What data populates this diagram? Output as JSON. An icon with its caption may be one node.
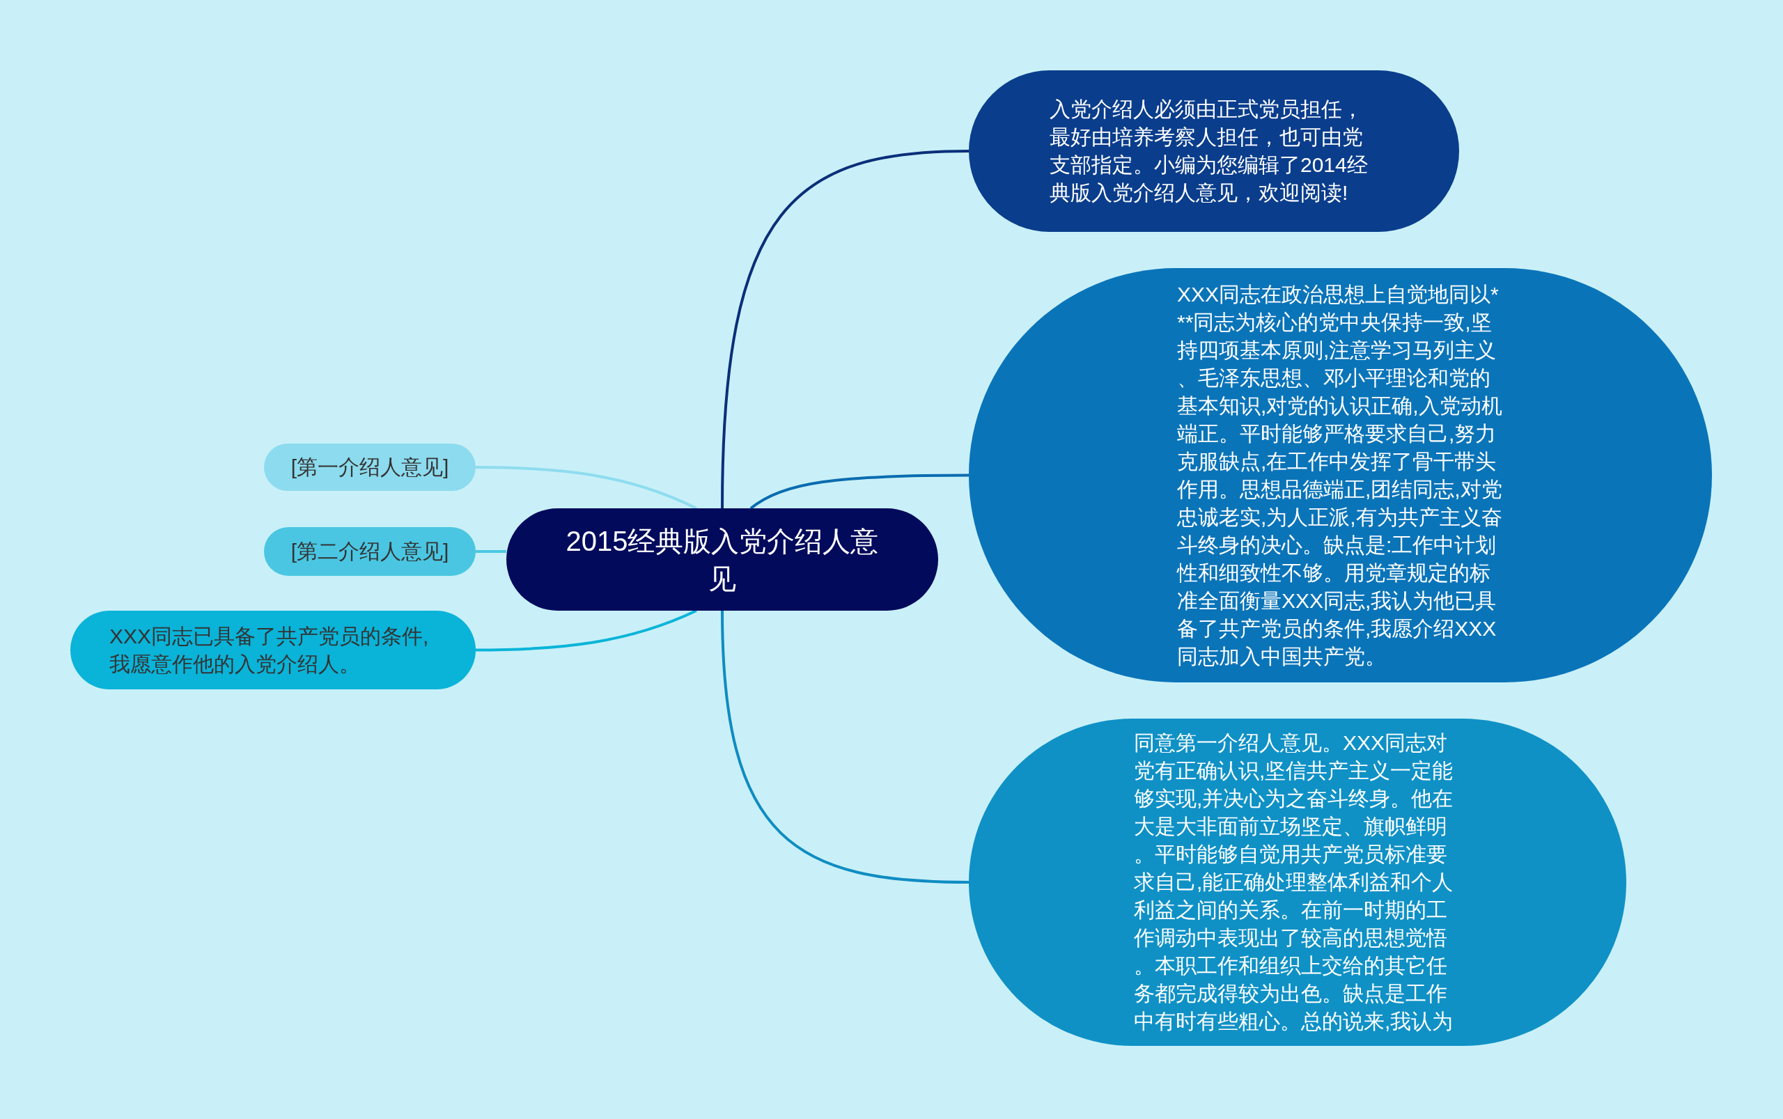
{
  "diagram": {
    "nodes": [
      {
        "text": [
          "2015经典版入党介绍人意见"
        ]
      },
      {
        "text": [
          "入党介绍人必须由正式党员担任，最好由培养考察人担任，也可由党支部指定。小编为您编辑了2014经典版入党介绍人意见，欢迎阅读!"
        ]
      },
      {
        "text": [
          "XXX同志在政治思想上自觉地同以***同志为核心的党中央保持一致,坚持四项基本原则,注意学习马列主义、毛泽东思想、邓小平理论和党的基本知识,对党的认识正确,入党动机端正。平时能够严格要求自己,努力克服缺点,在工作中发挥了骨干带头作用。思想品德端正,团结同志,对党忠诚老实,为人正派,有为共产主义奋斗终身的决心。缺点是:工作中计划性和细致性不够。用党章规定的标准全面衡量XXX同志,我认为他已具备了共产党员的条件,我愿介绍XXX同志加入中国共产党。"
        ]
      },
      {
        "text": [
          "同意第一介绍人意见。XXX同志对党有正确认识,坚信共产主义一定能够实现,并决心为之奋斗终身。他在大是大非面前立场坚定、旗帜鲜明。平时能够自觉用共产党员标准要求自己,能正确处理整体利益和个人利益之间的关系。在前一时期的工作调动中表现出了较高的思想觉悟。本职工作和组织上交给的其它任务都完成得较为出色。缺点是工作中有时有些粗心。总的说来,我认为"
        ]
      },
      {
        "text": [
          "[第一介绍人意见]"
        ]
      },
      {
        "text": [
          "[第二介绍人意见]"
        ]
      },
      {
        "text": [
          "XXX同志已具备了共产党员的条件,我愿意作他的入党介绍人。"
        ]
      }
    ],
    "edges": [
      {
        "from": 0,
        "to": 1,
        "arrow": "none",
        "color": "#0b2f7a"
      },
      {
        "from": 0,
        "to": 2,
        "arrow": "none",
        "color": "#0a6cb0"
      },
      {
        "from": 0,
        "to": 3,
        "arrow": "none",
        "color": "#0f8cc2"
      },
      {
        "from": 0,
        "to": 4,
        "arrow": "none",
        "color": "#8fdcef"
      },
      {
        "from": 0,
        "to": 5,
        "arrow": "none",
        "color": "#4bc8e3"
      },
      {
        "from": 0,
        "to": 6,
        "arrow": "none",
        "color": "#0ab4d8"
      }
    ]
  }
}
